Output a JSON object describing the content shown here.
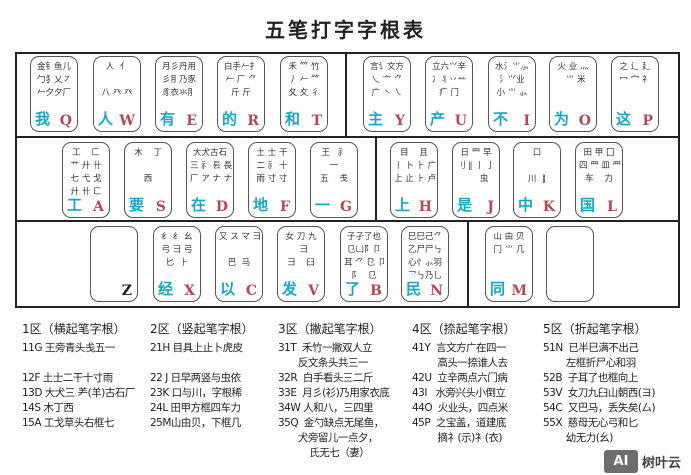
{
  "title": "五笔打字字根表",
  "colors": {
    "key_char": "#1aa6c4",
    "key_letter": "#b14a55",
    "border": "#222222"
  },
  "rows": [
    {
      "keys": [
        {
          "letter": "Q",
          "char": "我",
          "radicals": "金钅鱼儿\n勹犭乂㇇\n𠂉夕夕厂"
        },
        {
          "letter": "W",
          "char": "人",
          "radicals": "人  亻\n\n八 癶 癶"
        },
        {
          "letter": "E",
          "char": "有",
          "radicals": "月彡丹用\n彡⺝乃豕\n豸衣氺⺼"
        },
        {
          "letter": "R",
          "char": "的",
          "radicals": "白手𠂉扌\n𠂉 厂 ⺈\n斤 斤"
        },
        {
          "letter": "T",
          "char": "和",
          "radicals": "禾 𥫗 竹\n丿 𠂉 ⺮\n夂 夊 彳"
        },
        {
          "letter": "Y",
          "char": "主",
          "radicals": "言讠文方\n乀 亠 ⺈\n广 丶 ㇏"
        },
        {
          "letter": "U",
          "char": "产",
          "radicals": "立六⺍辛\n冫丬丷䒑\n疒 门"
        },
        {
          "letter": "I",
          "char": "不",
          "radicals": "水氵⺌⺗\n氵⺍业\n小 ⺌ ⺗"
        },
        {
          "letter": "O",
          "char": "为",
          "radicals": "火 业 灬\n  ⺌ 米"
        },
        {
          "letter": "P",
          "char": "这",
          "radicals": "之 辶 廴\n冖 宀 礻"
        }
      ]
    },
    {
      "keys": [
        {
          "letter": "A",
          "char": "工",
          "radicals": "工    匚\n艹 廾 卄\n七 弋 戈\n廾 卄 ㄈ"
        },
        {
          "letter": "S",
          "char": "要",
          "radicals": "木    丁\n\n西"
        },
        {
          "letter": "D",
          "char": "在",
          "radicals": "大犬古石\n三 ⺬ 镸 長\n厂 ア ナ ナ"
        },
        {
          "letter": "F",
          "char": "地",
          "radicals": "土 士 干\n二 ⺬ 十\n雨 寸 寸"
        },
        {
          "letter": "G",
          "char": "一",
          "radicals": "王   ⺬\n一\n五    戋"
        },
        {
          "letter": "H",
          "char": "上",
          "radicals": "目    且\n丨 卜 ⺊ 广\n上 止 ⺊ 卢"
        },
        {
          "letter": "J",
          "char": "是",
          "radicals": "日 ⺫ 早\n刂 ‖ 丨 亅\n      虫"
        },
        {
          "letter": "K",
          "char": "中",
          "radicals": "口\n\n川  ‖"
        },
        {
          "letter": "L",
          "char": "国",
          "radicals": "田 甲 囗\n四 ⺫ 皿 ⺲\n车    力"
        }
      ]
    },
    {
      "keys": [
        {
          "letter": "Z",
          "char": "",
          "radicals": ""
        },
        {
          "letter": "X",
          "char": "经",
          "radicals": "纟 纟 幺\n弓 ⺕ 弓\n匕  ⺊"
        },
        {
          "letter": "C",
          "char": "以",
          "radicals": "又 ス マ ⺕\n\n巴  马"
        },
        {
          "letter": "V",
          "char": "发",
          "radicals": "女 刀 九\n  ⺕\n⺕    臼"
        },
        {
          "letter": "B",
          "char": "了",
          "radicals": "子孑了也\n⺋凵阝卩\n耳 ⺈ ⺋ 卩\n阝   ⺋"
        },
        {
          "letter": "N",
          "char": "民",
          "radicals": "巳巳己⺈\n乙尸尸㇉\n心忄⺗羽\n乛㇉乃乚"
        },
        {
          "letter": "M",
          "char": "同",
          "radicals": "山 由 贝\n冂 ⺌ 几"
        },
        {
          "letter": "",
          "char": "",
          "radicals": ""
        }
      ]
    }
  ],
  "legend": [
    {
      "header": "1区（横起笔字根）",
      "lines": [
        "11G 王旁青头戋五一",
        "",
        "12F 土士二干十寸雨",
        "13D 大犬三 ⺶(羊)古石厂",
        "14S 木丁西",
        "15A 工戈草头右框七"
      ]
    },
    {
      "header": "2区（竖起笔字根）",
      "lines": [
        "21H 目具上止卜虎皮",
        "",
        "22 J 日早两竖与虫依",
        "23K 口与川，字根稀",
        "24L 田甲方框四车力",
        "25M山由贝，下框几"
      ]
    },
    {
      "header": "3区（撇起笔字根）",
      "lines": [
        "31T  禾竹一撇双人立",
        "       反文条头共三一",
        "32R  白手看头三二斤",
        "33E  月彡(衫)乃用家衣底",
        "34W 人和八，三四里",
        "35Q  金勺缺点无尾鱼，",
        "       犬旁留儿一点夕，",
        "           氏无七（妻）"
      ]
    },
    {
      "header": "4区（捺起笔字根）",
      "lines": [
        "41Y  言文方广在四一",
        "         高头一捺谁人去",
        "42U  立辛两点六门病",
        "43I   水旁兴头小倒立",
        "44O  火业头，四点米",
        "45P  之宝盖，道建底",
        "         摘礻(示)衤(衣)"
      ]
    },
    {
      "header": "5区（折起笔字根）",
      "lines": [
        "51N  已半巳满不出己",
        "        左框折尸心和羽",
        "52B  子耳了也框向上",
        "53V  女刀九臼山朝西(ヨ)",
        "54C  又巴马，丢失矣(厶)",
        "55X  慈母无心弓和匕",
        "        幼无力(幺)"
      ]
    }
  ],
  "watermark": {
    "logo": "AI",
    "text": "树叶云"
  }
}
